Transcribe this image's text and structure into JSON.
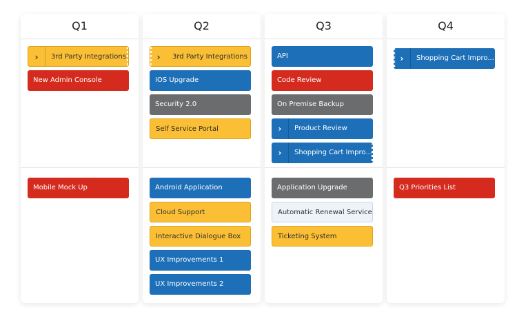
{
  "columns": [
    {
      "title": "Q1",
      "top_cards": [
        {
          "label": "3rd Party Integrations",
          "color": "yellow",
          "chevron": true
        },
        {
          "label": "New Admin Console",
          "color": "red"
        }
      ],
      "bottom_cards": [
        {
          "label": "Mobile Mock Up",
          "color": "red"
        }
      ]
    },
    {
      "title": "Q2",
      "top_cards": [
        {
          "label": "3rd Party Integrations",
          "color": "yellow",
          "chevron": true
        },
        {
          "label": "IOS Upgrade",
          "color": "blue"
        },
        {
          "label": "Security 2.0",
          "color": "gray"
        },
        {
          "label": "Self Service Portal",
          "color": "yellow"
        }
      ],
      "bottom_cards": [
        {
          "label": "Android Application",
          "color": "blue"
        },
        {
          "label": "Cloud Support",
          "color": "yellow"
        },
        {
          "label": "Interactive Dialogue Box",
          "color": "yellow"
        },
        {
          "label": "UX Improvements 1",
          "color": "blue"
        },
        {
          "label": "UX Improvements 2",
          "color": "blue"
        }
      ]
    },
    {
      "title": "Q3",
      "top_cards": [
        {
          "label": "API",
          "color": "blue"
        },
        {
          "label": "Code Review",
          "color": "red"
        },
        {
          "label": "On Premise Backup",
          "color": "gray"
        },
        {
          "label": "Product Review",
          "color": "blue",
          "chevron": true
        },
        {
          "label": "Shopping Cart Impro...",
          "color": "blue",
          "chevron": true
        }
      ],
      "bottom_cards": [
        {
          "label": "Application Upgrade",
          "color": "gray"
        },
        {
          "label": "Automatic Renewal Service",
          "color": "light"
        },
        {
          "label": "Ticketing System",
          "color": "yellow"
        }
      ]
    },
    {
      "title": "Q4",
      "top_cards": [
        {
          "label": "Shopping Cart Impro...",
          "color": "blue",
          "chevron": true
        }
      ],
      "bottom_cards": [
        {
          "label": "Q3 Priorities List",
          "color": "red"
        }
      ]
    }
  ],
  "chevron_icon": "chevron-right-icon",
  "colors": {
    "red": "#d42b1e",
    "blue": "#1d6fb8",
    "yellow": "#fbbf36",
    "gray": "#6b6c6e",
    "light": "#eef3fa"
  }
}
